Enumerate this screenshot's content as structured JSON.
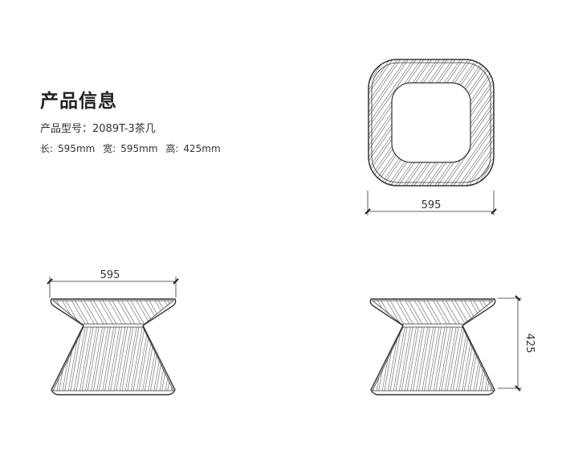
{
  "info": {
    "title": "产品信息",
    "model_label": "产品型号：",
    "model_value": "2089T-3茶几",
    "length_label": "长:",
    "length_value": "595mm",
    "width_label": "宽:",
    "width_value": "595mm",
    "height_label": "高:",
    "height_value": "425mm"
  },
  "drawings": {
    "top_view_dimension": "595",
    "front_view_dimension": "595",
    "side_view_height_dimension": "425"
  },
  "colors": {
    "line": "#333333",
    "background": "#ffffff"
  }
}
